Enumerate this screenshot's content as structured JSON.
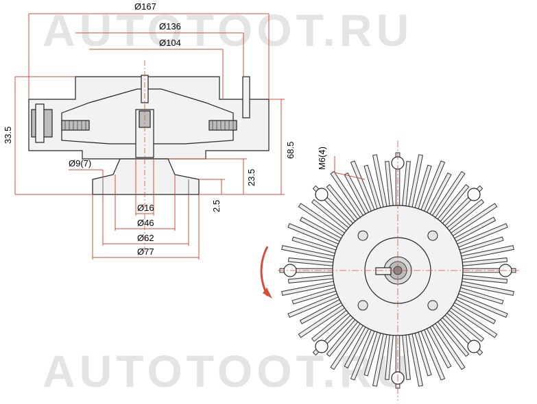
{
  "watermark": {
    "text_top": "AUTOTOOT.RU",
    "text_bottom": "AUTOTOOT.RU"
  },
  "dimensions": {
    "d167": "Ø167",
    "d136": "Ø136",
    "d104": "Ø104",
    "h33_5": "33.5",
    "h68_5": "68.5",
    "h23_5": "23.5",
    "h2_5": "2.5",
    "d9": "Ø9(7)",
    "d16": "Ø16",
    "d46": "Ø46",
    "d62": "Ø62",
    "d77": "Ø77",
    "m6": "M6(4)"
  },
  "colors": {
    "dimension": "#d94b3a",
    "outline": "#222222",
    "watermark": "#cfcfcf"
  }
}
